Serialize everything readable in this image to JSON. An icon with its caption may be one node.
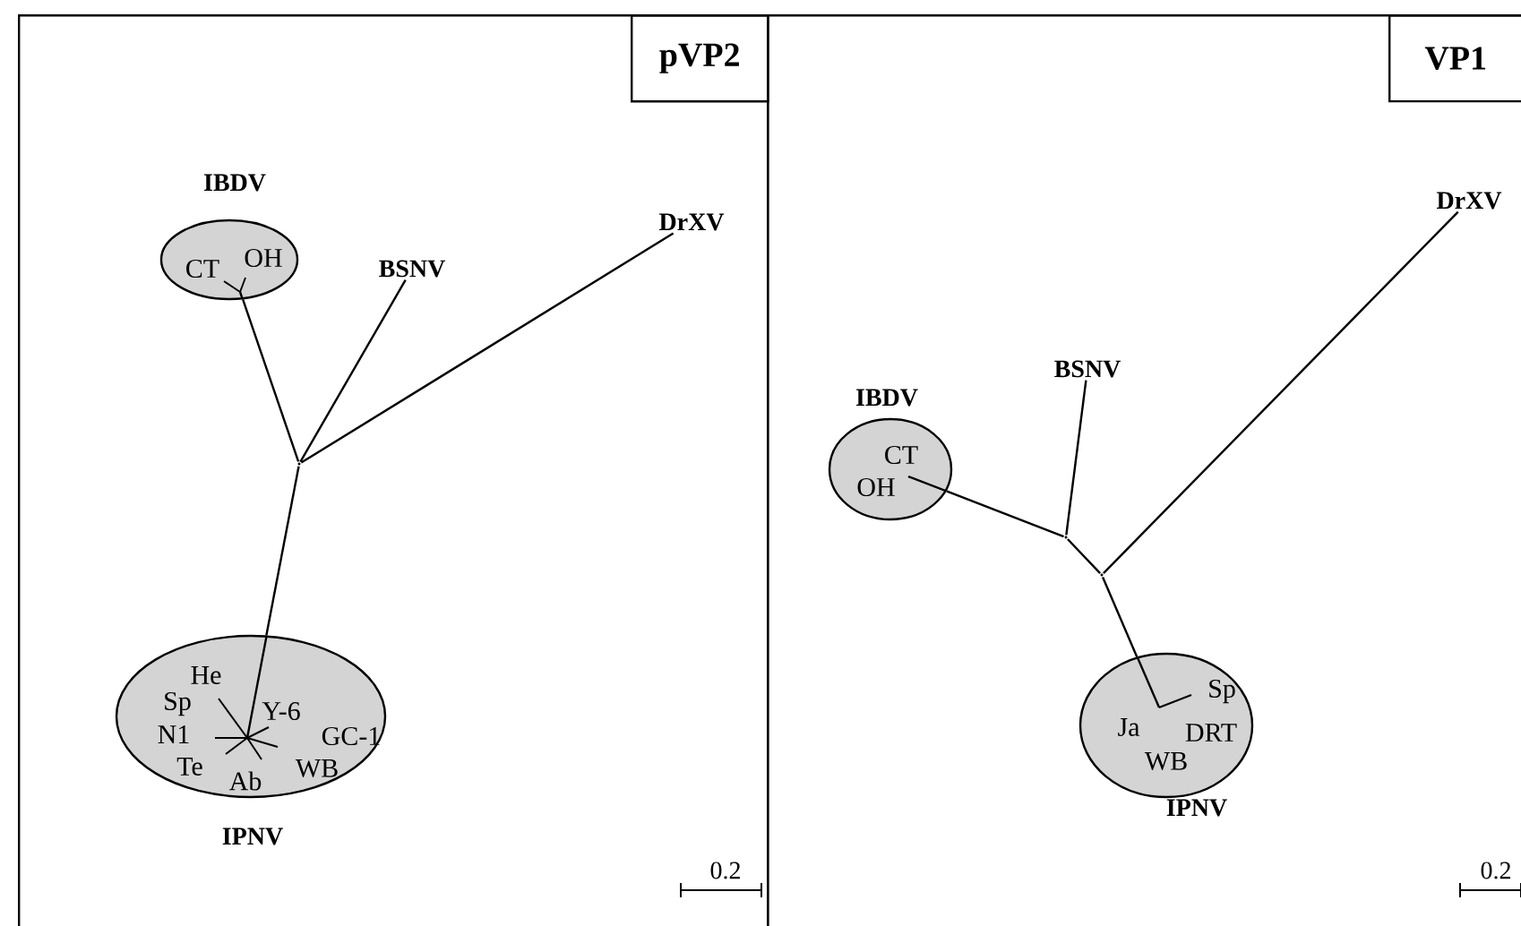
{
  "diagram": {
    "nodes": [
      {
        "text": [],
        "shape": "box"
      },
      {
        "text": [
          "pVP2"
        ],
        "in": 0
      },
      {
        "text": [
          "CT",
          "OH"
        ],
        "beside": [
          "IBDV"
        ],
        "in": 0
      },
      {
        "text": [
          "BSNV"
        ],
        "in": 0
      },
      {
        "text": [
          "DrXV"
        ],
        "in": 0
      },
      {
        "text": [
          "He",
          "Sp",
          "N1",
          "Y-6",
          "GC-1",
          "Te",
          "Ab",
          "WB"
        ],
        "beside": [
          "IPNV"
        ],
        "in": 0
      },
      {
        "text": [],
        "shape": "box"
      },
      {
        "text": [
          "VP1"
        ],
        "in": 6
      },
      {
        "text": [
          "CT",
          "OH"
        ],
        "beside": [
          "IBDV"
        ],
        "in": 6
      },
      {
        "text": [
          "BSNV"
        ],
        "in": 6
      },
      {
        "text": [
          "DrXV"
        ],
        "in": 6
      },
      {
        "text": [
          "Sp",
          "Ja",
          "DRT",
          "WB"
        ],
        "beside": [
          "IPNV"
        ],
        "in": 6
      },
      {
        "text": [],
        "shape": "point",
        "in": 0
      },
      {
        "text": [],
        "shape": "point",
        "in": 6
      },
      {
        "text": [],
        "shape": "point",
        "in": 6
      }
    ],
    "edges": [
      {
        "from": 12,
        "to": 2,
        "arrow": "none"
      },
      {
        "from": 12,
        "to": 3,
        "arrow": "none"
      },
      {
        "from": 12,
        "to": 4,
        "arrow": "none"
      },
      {
        "from": 12,
        "to": 5,
        "arrow": "none"
      },
      {
        "from": 13,
        "to": 8,
        "arrow": "none"
      },
      {
        "from": 13,
        "to": 9,
        "arrow": "none"
      },
      {
        "from": 13,
        "to": 14,
        "arrow": "none"
      },
      {
        "from": 14,
        "to": 10,
        "arrow": "none"
      },
      {
        "from": 14,
        "to": 11,
        "arrow": "none"
      }
    ],
    "labels": [
      "0.2",
      "0.2"
    ]
  }
}
